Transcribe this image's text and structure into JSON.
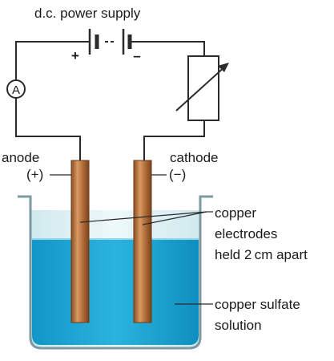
{
  "labels": {
    "power_supply": "d.c. power supply",
    "plus": "+",
    "minus": "–",
    "ammeter": "A",
    "anode": "anode",
    "anode_sign": "(+)",
    "cathode": "cathode",
    "cathode_sign": "(−)",
    "electrodes_line1": "copper",
    "electrodes_line2": "electrodes",
    "electrodes_line3": "held 2 cm apart",
    "solution_line1": "copper sulfate",
    "solution_line2": "solution"
  },
  "colors": {
    "wire": "#2b2b2b",
    "copper": "#b8743f",
    "solution": "#1aa7d4",
    "solution_light": "#dff3f7",
    "beaker": "#7c9aa3"
  }
}
